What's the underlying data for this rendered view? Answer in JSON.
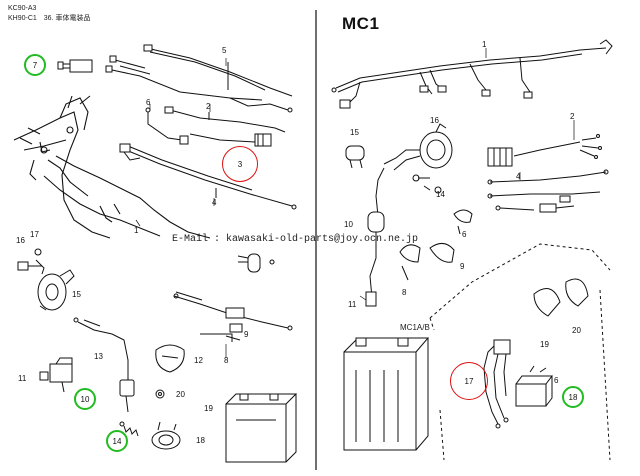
{
  "header": {
    "left_line1": "KC90-A3",
    "left_line2": "KH90-C1　36. 車体電装品",
    "right_title": "MC1"
  },
  "watermark": "E-Mail : kawasaki-old-parts@joy.ocn.ne.jp",
  "sub_section_label": "MC1A/B",
  "part_numbers": {
    "p1_left": "1",
    "p2": "2",
    "p4": "4",
    "p5": "5",
    "p6": "6",
    "p8": "8",
    "p9": "9",
    "p11": "11",
    "p12": "12",
    "p13": "13",
    "p15": "15",
    "p16": "16",
    "p17": "17",
    "p18": "18",
    "p19": "19",
    "p20": "20",
    "r1": "1",
    "r2": "2",
    "r4": "4",
    "r6": "6",
    "r8": "8",
    "r9": "9",
    "r10": "10",
    "r11": "11",
    "r14": "14",
    "r15": "15",
    "r16": "16",
    "r19": "19",
    "r20": "20",
    "r6b": "6"
  },
  "callouts": {
    "green_7": "7",
    "green_10": "10",
    "green_14": "14",
    "green_18": "18",
    "red_3": "3",
    "red_17": "17"
  },
  "colors": {
    "green_circle": "#22bb22",
    "red_circle": "#dd1111",
    "line": "#111111"
  }
}
